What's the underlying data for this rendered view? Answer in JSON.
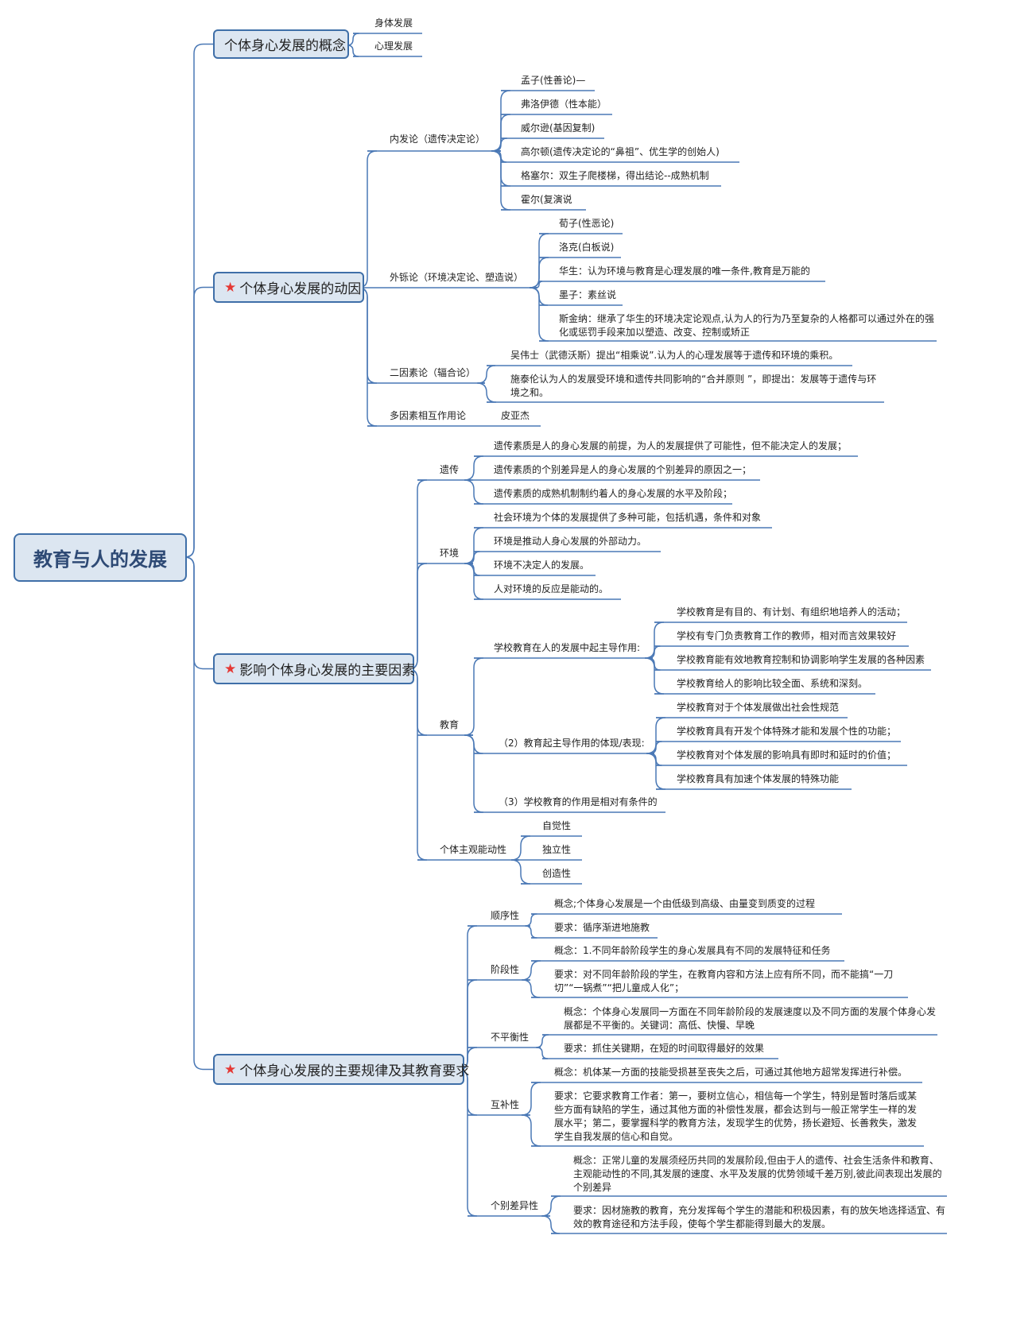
{
  "root": "教育与人的发展",
  "concept": {
    "title": "个体身心发展的概念",
    "children": [
      "身体发展",
      "心理发展"
    ]
  },
  "motive": {
    "title": "个体身心发展的动因",
    "star": "★",
    "endogenous": {
      "label": "内发论（遗传决定论）",
      "items": [
        "孟子(性善论)—",
        "弗洛伊德（性本能）",
        "威尔逊(基因复制)",
        "高尔顿(遗传决定论的“鼻祖”、优生学的创始人)",
        "格塞尔：双生子爬楼梯，得出结论--成熟机制",
        "霍尔(复演说"
      ]
    },
    "exogenous": {
      "label": "外铄论（环境决定论、塑造说）",
      "items": [
        "荀子(性恶论)",
        "洛克(白板说)",
        "华生：认为环境与教育是心理发展的唯一条件,教育是万能的",
        "墨子：素丝说",
        "斯金纳：继承了华生的环境决定论观点,认为人的行为乃至复杂的人格都可以通过外在的强化或惩罚手段来加以塑造、改变、控制或矫正"
      ]
    },
    "dual": {
      "label": "二因素论（辐合论）",
      "items": [
        "吴伟士（武德沃斯）提出“相乘说”.认为人的心理发展等于遗传和环境的乘积。",
        "施泰伦认为人的发展受环境和遗传共同影响的“合并原则 ”，即提出：发展等于遗传与环境之和。"
      ]
    },
    "multi": {
      "label": "多因素相互作用论",
      "items": [
        "皮亚杰"
      ]
    }
  },
  "factors": {
    "title": "影响个体身心发展的主要因素",
    "star": "★",
    "heredity": {
      "label": "遗传",
      "items": [
        "遗传素质是人的身心发展的前提，为人的发展提供了可能性，但不能决定人的发展；",
        "遗传素质的个别差异是人的身心发展的个别差异的原因之一；",
        "遗传素质的成熟机制制约着人的身心发展的水平及阶段；"
      ]
    },
    "environment": {
      "label": "环境",
      "items": [
        "社会环境为个体的发展提供了多种可能，包括机遇，条件和对象",
        "环境是推动人身心发展的外部动力。",
        "环境不决定人的发展。",
        "人对环境的反应是能动的。"
      ]
    },
    "education": {
      "label": "教育",
      "leading": {
        "label": "学校教育在人的发展中起主导作用:",
        "items": [
          "学校教育是有目的、有计划、有组织地培养人的活动；",
          "学校有专门负责教育工作的教师，相对而言效果较好",
          "学校教育能有效地教育控制和协调影响学生发展的各种因素",
          "学校教育给人的影响比较全面、系统和深刻。"
        ]
      },
      "manifest": {
        "label": "（2）教育起主导作用的体现/表现:",
        "items": [
          "学校教育对于个体发展做出社会性规范",
          "学校教育具有开发个体特殊才能和发展个性的功能；",
          "学校教育对个体发展的影响具有即时和延时的价值；",
          "学校教育具有加速个体发展的特殊功能"
        ]
      },
      "conditional": "（3）学校教育的作用是相对有条件的"
    },
    "initiative": {
      "label": "个体主观能动性",
      "items": [
        "自觉性",
        "独立性",
        "创造性"
      ]
    }
  },
  "laws": {
    "title": "个体身心发展的主要规律及其教育要求",
    "star": "★",
    "sequence": {
      "label": "顺序性",
      "items": [
        "概念;个体身心发展是一个由低级到高级、由量变到质变的过程",
        "要求：循序渐进地施教"
      ]
    },
    "stage": {
      "label": "阶段性",
      "items": [
        "概念：1.不同年龄阶段学生的身心发展具有不同的发展特征和任务",
        "要求：对不同年龄阶段的学生，在教育内容和方法上应有所不同，而不能搞“一刀切”“一锅煮”“把儿童成人化”；"
      ]
    },
    "imbalance": {
      "label": "不平衡性",
      "items": [
        "概念：个体身心发展同一方面在不同年龄阶段的发展速度以及不同方面的发展个体身心发展都是不平衡的。关键词：高低、快慢、早晚",
        "要求：抓住关键期，在短的时间取得最好的效果"
      ]
    },
    "complement": {
      "label": "互补性",
      "items": [
        "概念：机体某一方面的技能受损甚至丧失之后，可通过其他地方超常发挥进行补偿。",
        "要求：它要求教育工作者：第一，要树立信心，相信每一个学生，特别是暂时落后或某些方面有缺陷的学生，通过其他方面的补偿性发展，都会达到与一般正常学生一样的发展水平；第二，要掌握科学的教育方法，发现学生的优势，扬长避短、长善救失，激发学生自我发展的信心和自觉。"
      ]
    },
    "individual": {
      "label": "个别差异性",
      "items": [
        "概念：正常儿童的发展须经历共同的发展阶段,但由于人的遗传、社会生活条件和教育、主观能动性的不同,其发展的速度、水平及发展的优势领域千差万别,彼此间表现出发展的个别差异",
        "要求：因材施教的教育，充分发挥每个学生的潜能和积极因素，有的放矢地选择适宜、有效的教育途径和方法手段，使每个学生都能得到最大的发展。"
      ]
    }
  },
  "colors": {
    "line": "#4a78b5",
    "box_bg": "#dce6f1",
    "box_border": "#3f6fa8",
    "star": "#e53935"
  }
}
